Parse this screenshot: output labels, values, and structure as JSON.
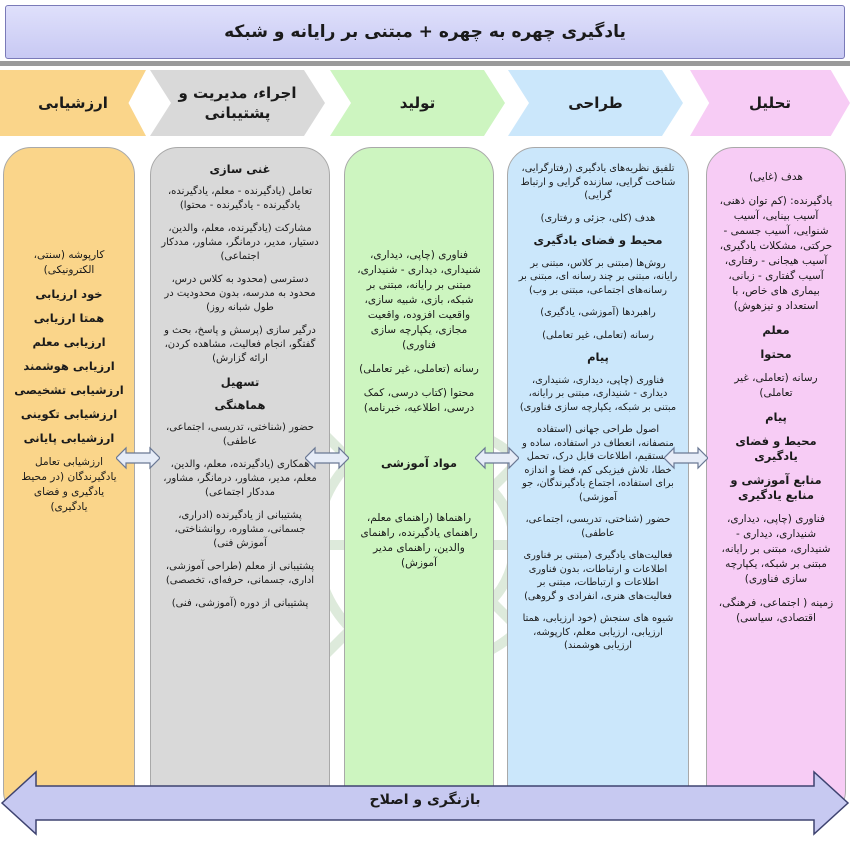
{
  "title": "یادگیری چهره به چهره + مبتنی بر رایانه و شبکه",
  "feedback": "بازنگری و اصلاح",
  "stages": {
    "analysis": "تحلیل",
    "design": "طراحی",
    "production": "تولید",
    "implementation": "اجراء، مدیریت و پشتیبانی",
    "evaluation": "ارزشیابی"
  },
  "analysis_items": [
    "هدف (غایی)",
    "یادگیرنده: (کم توان ذهنی، آسیب بینایی، آسیب شنوایی، آسیب جسمی - حرکتی، مشکلات یادگیری، آسیب هیجانی - رفتاری، آسیب گفتاری - زبانی، بیماری های خاص، با استعداد و تیزهوش)",
    "معلم",
    "محتوا",
    "رسانه (تعاملی، غیر تعاملی)",
    "پیام",
    "محیط و فضای یادگیری",
    "منابع آموزشی و منابع یادگیری",
    "فناوری (چاپی، دیداری، شنیداری، دیداری - شنیداری، مبتنی بر رایانه، مبتنی بر شبکه، یکپارچه سازی فناوری)",
    "زمینه ( اجتماعی، فرهنگی، اقتصادی، سیاسی)"
  ],
  "design_items": [
    "تلفیق نظریه‌های یادگیری (رفتارگرایی، شناخت گرایی، سازنده گرایی و ارتباط گرایی)",
    "هدف (کلی، جزئی و رفتاری)",
    "محیط و فضای یادگیری",
    "روش‌ها (مبتنی بر کلاس، مبتنی بر رایانه، مبتنی بر چند رسانه ای، مبتنی بر رسانه‌های اجتماعی، مبتنی بر وب)",
    "راهبردها (آموزشی، یادگیری)",
    "رسانه (تعاملی، غیر تعاملی)",
    "پیام",
    "فناوری (چاپی، دیداری، شنیداری، دیداری - شنیداری، مبتنی بر رایانه، مبتنی بر شبکه، یکپارچه سازی فناوری)",
    "اصول طراحی جهانی (استفاده منصفانه، انعطاف در استفاده، ساده و مستقیم، اطلاعات قابل درک، تحمل خطا، تلاش فیزیکی کم، فضا و اندازه برای استفاده، اجتماع یادگیرندگان، جو آموزشی)",
    "حضور (شناختی، تدریسی، اجتماعی، عاطفی)",
    "فعالیت‌های یادگیری (مبتنی بر فناوری اطلاعات و ارتباطات، بدون فناوری اطلاعات و ارتباطات، مبتنی بر فعالیت‌های هنری، انفرادی و گروهی)",
    "شیوه های سنجش (خود ارزیابی، همتا ارزیابی، ارزیابی معلم، کارپوشه، ارزیابی هوشمند)"
  ],
  "production_items": [
    "فناوری (چاپی، دیداری، شنیداری، دیداری - شنیداری، مبتنی بر رایانه، مبتنی بر شبکه، بازی، شبیه سازی، واقعیت افزوده، واقعیت مجازی، یکپارچه سازی فناوری)",
    "رسانه (تعاملی، غیر تعاملی)",
    "محتوا (کتاب درسی، کمک درسی، اطلاعیه، خبرنامه)",
    "مواد آموزشی",
    "راهنماها (راهنمای معلم، راهنمای یادگیرنده، راهنمای والدین، راهنمای مدیر آموزش)"
  ],
  "implementation_items": [
    "غنی سازی",
    "تعامل (یادگیرنده - معلم، یادگیرنده، یادگیرنده - یادگیرنده - محتوا)",
    "مشارکت (یادگیرنده، معلم، والدین، دستیار، مدیر، درمانگر، مشاور، مددکار اجتماعی)",
    "دسترسی (محدود به کلاس درس، محدود به مدرسه، بدون محدودیت در طول شبانه روز)",
    "درگیر سازی (پرسش و پاسخ، بحث و گفتگو، انجام فعالیت، مشاهده کردن، ارائه گزارش)",
    "تسهیل",
    "هماهنگی",
    "حضور (شناختی، تدریسی، اجتماعی، عاطفی)",
    "همکاری (یادگیرنده، معلم، والدین، معلم، مدیر، مشاور، درمانگر، مشاور، مددکار اجتماعی)",
    "پشتیبانی از یادگیرنده (ادراری، جسمانی، مشاوره، روانشناختی، آموزش فنی)",
    "پشتیبانی از معلم (طراحی آموزشی، اداری، جسمانی، حرفه‌ای، تخصصی)",
    "پشتیبانی از دوره (آموزشی، فنی)"
  ],
  "evaluation_items": [
    "کارپوشه (سنتی، الکترونیکی)",
    "خود ارزیابی",
    "همتا ارزیابی",
    "ارزیابی معلم",
    "ارزیابی هوشمند",
    "ارزشیابی تشخیصی",
    "ارزشیابی تکوینی",
    "ارزشیابی پایانی",
    "ارزشیابی تعامل یادگیرندگان (در محیط یادگیری و فضای یادگیری)"
  ],
  "colors": {
    "analysis": "#f7ccf5",
    "design": "#cbe7fb",
    "production": "#cdf5c0",
    "implementation": "#d9d9d9",
    "evaluation": "#fad58a",
    "title": "#d3d4f6"
  }
}
